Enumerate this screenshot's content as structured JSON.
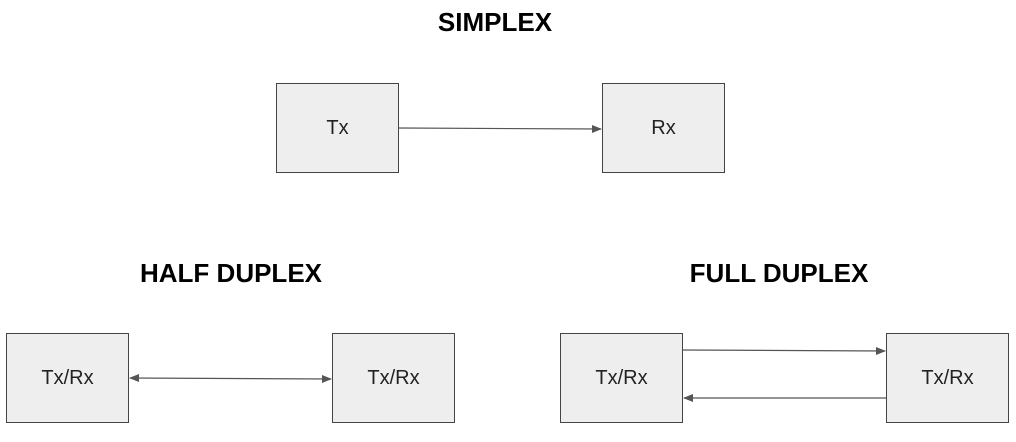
{
  "colors": {
    "box_fill": "#eeeeee",
    "box_border": "#444444",
    "arrow": "#555555",
    "title": "#000000"
  },
  "simplex": {
    "title": "SIMPLEX",
    "left_box": "Tx",
    "right_box": "Rx"
  },
  "half_duplex": {
    "title": "HALF DUPLEX",
    "left_box": "Tx/Rx",
    "right_box": "Tx/Rx"
  },
  "full_duplex": {
    "title": "FULL DUPLEX",
    "left_box": "Tx/Rx",
    "right_box": "Tx/Rx"
  }
}
